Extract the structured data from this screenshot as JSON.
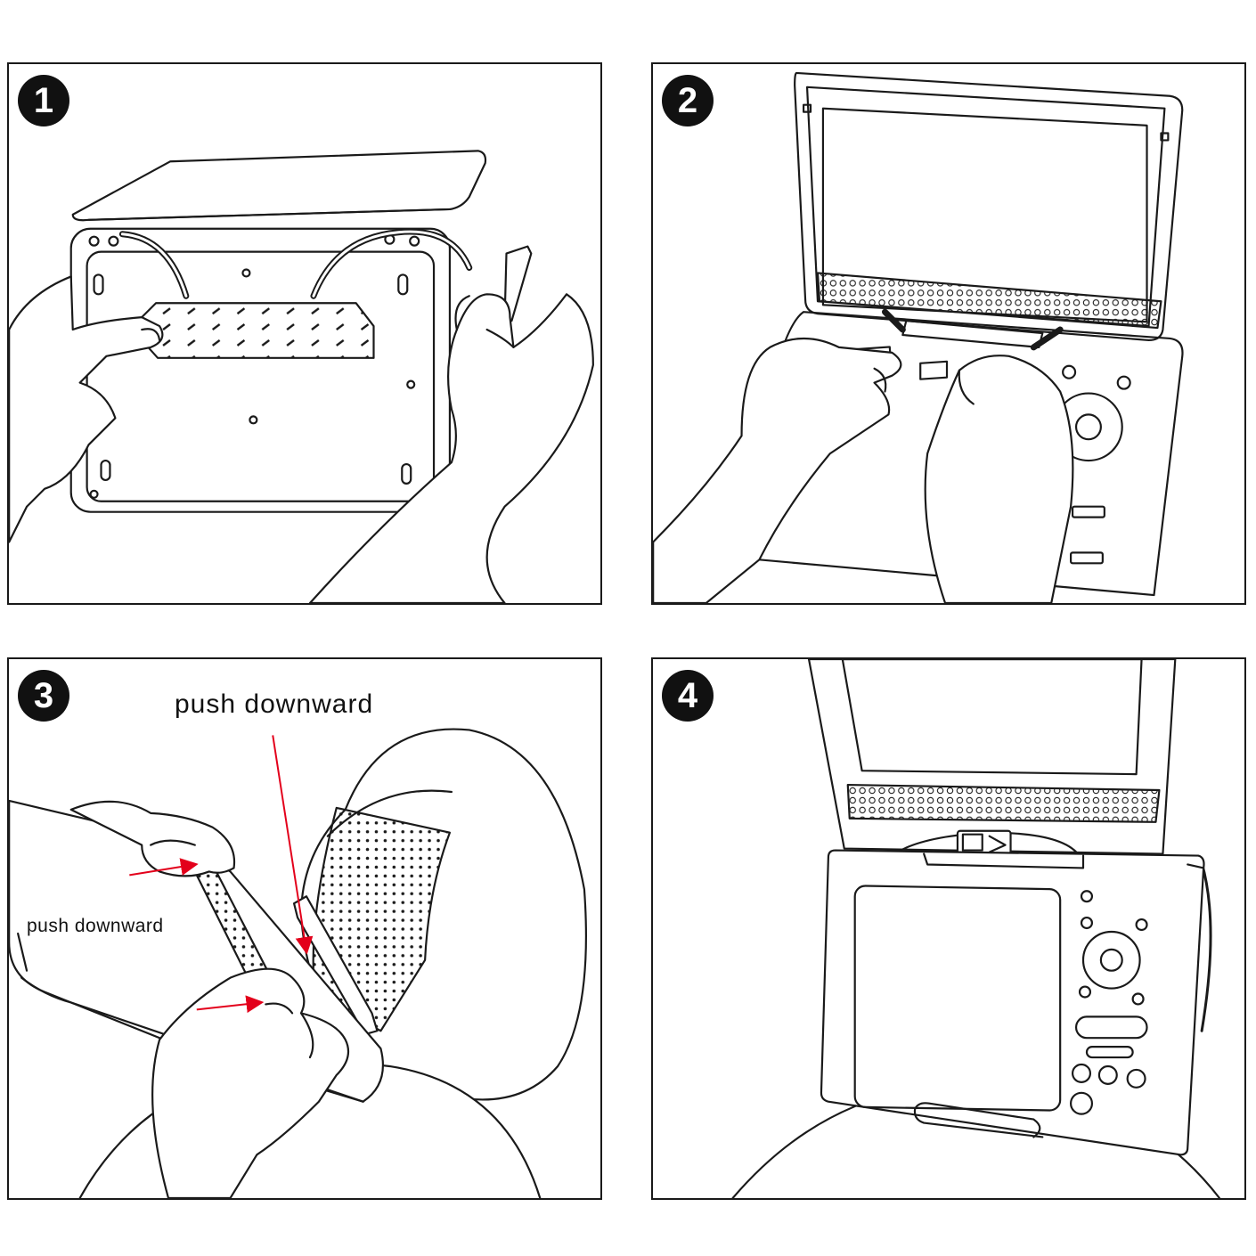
{
  "steps": [
    {
      "number": "1"
    },
    {
      "number": "2"
    },
    {
      "number": "3",
      "labels": {
        "upper": "push downward",
        "lower": "push downward"
      }
    },
    {
      "number": "4"
    }
  ],
  "colors": {
    "line": "#1a1a1a",
    "arrow": "#e3001b",
    "background": "#ffffff"
  }
}
